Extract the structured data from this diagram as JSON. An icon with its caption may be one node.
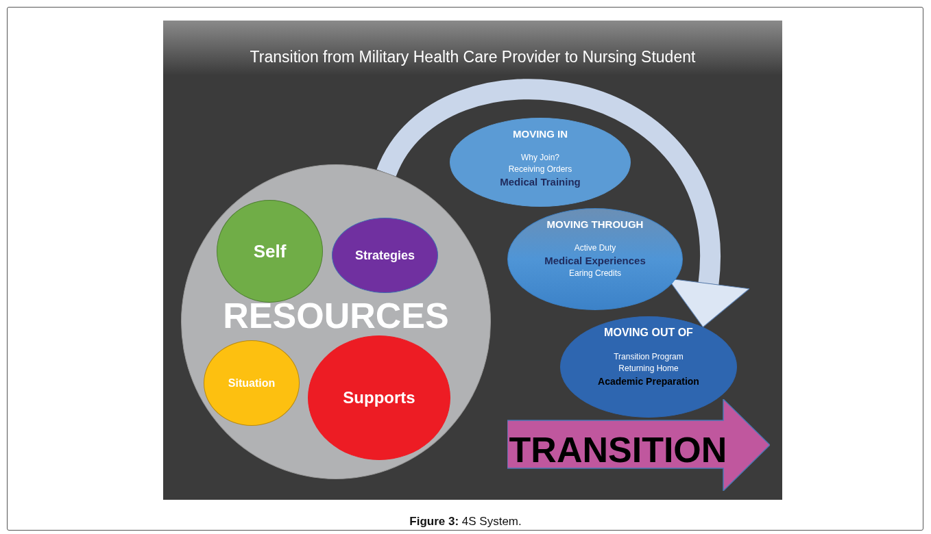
{
  "diagram": {
    "title": "Transition from Military Health Care Provider to Nursing Student",
    "caption": "**Figure 3:** 4S System.",
    "nodes": [
      {
        "text": [
          "RESOURCES"
        ]
      },
      {
        "text": [
          "Self"
        ],
        "in": 0
      },
      {
        "text": [
          "Strategies"
        ],
        "in": 0
      },
      {
        "text": [
          "Situation"
        ],
        "in": 0
      },
      {
        "text": [
          "Supports"
        ],
        "in": 0
      },
      {
        "text": [
          "MOVING IN",
          "Why Join?",
          "Receiving Orders",
          "Medical Training"
        ]
      },
      {
        "text": [
          "MOVING THROUGH",
          "Active Duty",
          "Medical Experiences",
          "Earing Credits"
        ]
      },
      {
        "text": [
          "MOVING OUT OF",
          "Transition Program",
          "Returning Home",
          "Academic Preparation"
        ]
      },
      {
        "text": [
          "TRANSITION"
        ]
      }
    ],
    "edges": [
      {
        "from": 0,
        "to": 7,
        "arrow": "to"
      }
    ]
  }
}
